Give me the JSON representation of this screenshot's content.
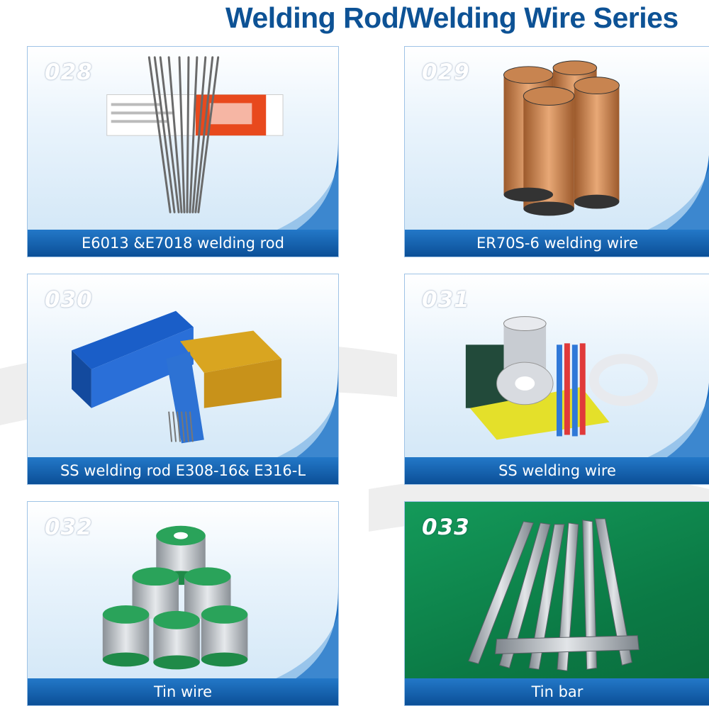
{
  "title": "Welding Rod/Welding Wire Series",
  "colors": {
    "title": "#0d5295",
    "bar": "#0b4f97",
    "card_bg": "#cfe5f6",
    "felt": "#0b7a45"
  },
  "products": [
    {
      "number": "028",
      "caption": "E6013 &E7018 welding rod",
      "image": "welding-rods-with-box-image"
    },
    {
      "number": "029",
      "caption": "ER70S-6 welding wire",
      "image": "copper-wire-spools-image"
    },
    {
      "number": "030",
      "caption": "SS welding rod E308-16& E316-L",
      "image": "blue-yellow-rod-boxes-image"
    },
    {
      "number": "031",
      "caption": "SS welding wire",
      "image": "stainless-wire-spools-image"
    },
    {
      "number": "032",
      "caption": "Tin wire",
      "image": "solder-wire-spools-image"
    },
    {
      "number": "033",
      "caption": "Tin bar",
      "image": "solder-bars-image"
    }
  ]
}
